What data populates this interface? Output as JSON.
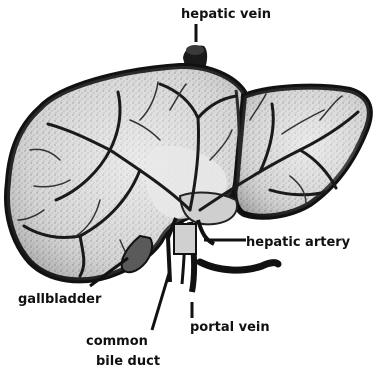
{
  "diagram": {
    "labels": {
      "hepatic_vein": "hepatic vein",
      "hepatic_artery": "hepatic artery",
      "gallbladder": "gallbladder",
      "portal_vein": "portal vein",
      "common_bile_duct_line1": "common",
      "common_bile_duct_line2": "bile duct"
    },
    "colors": {
      "ink": "#111111",
      "liver_fill": "#d8d8d8",
      "liver_shadow": "#a9a9a9",
      "background": "#ffffff"
    }
  }
}
